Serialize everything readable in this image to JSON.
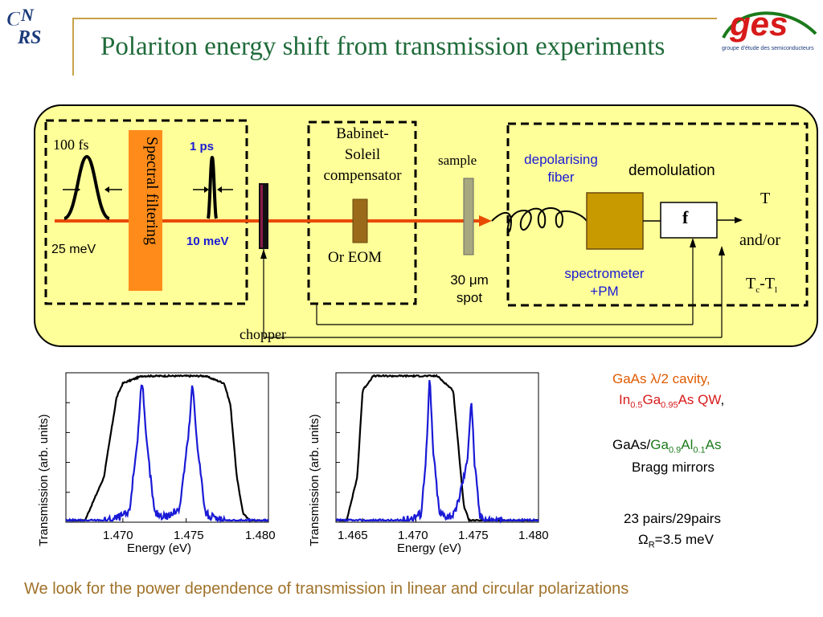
{
  "title": "Polariton energy shift from transmission experiments",
  "logos": {
    "left": "CNRS",
    "right_main": "ges",
    "right_sub": "groupe d'étude des semiconducteurs"
  },
  "setup": {
    "pulse_duration": "100 fs",
    "pulse_width": "25 meV",
    "spectral_filtering": "Spectral filtering",
    "filtered_duration": "1 ps",
    "filtered_width": "10 meV",
    "chopper": "chopper",
    "babinet": [
      "Babinet-",
      "Soleil",
      "compensator"
    ],
    "or_eom": "Or EOM",
    "sample": "sample",
    "spot": [
      "30 μm",
      "spot"
    ],
    "fiber": [
      "depolarising",
      "fiber"
    ],
    "spectrometer": [
      "spectrometer",
      "+PM"
    ],
    "demodulation": "demolulation",
    "f_label": "f",
    "t_label": "T",
    "and_or": "and/or",
    "tc": "T",
    "tc_sub1": "c",
    "tc_mid": "-T",
    "tc_sub2": "l"
  },
  "charts": [
    {
      "ylabel": "Transmission (arb. units)",
      "xlabel": "Energy (eV)",
      "ticks": [
        "1.470",
        "1.475",
        "1.480"
      ]
    },
    {
      "ylabel": "Transmission (arb. units)",
      "xlabel": "Energy (eV)",
      "ticks": [
        "1.465",
        "1.470",
        "1.475",
        "1.480"
      ]
    }
  ],
  "chart_data": [
    {
      "type": "line",
      "xlabel": "Energy (eV)",
      "ylabel": "Transmission (arb. units)",
      "xticks": [
        1.47,
        1.475,
        1.48
      ],
      "series": [
        {
          "color": "#000000",
          "x": [
            1.4655,
            1.467,
            1.4685,
            1.4695,
            1.47,
            1.4715,
            1.474,
            1.4765,
            1.478,
            1.4785,
            1.479,
            1.4795,
            1.48,
            1.4815
          ],
          "y": [
            0,
            0,
            0.3,
            0.85,
            0.95,
            1,
            1,
            1,
            0.95,
            0.8,
            0.3,
            0.05,
            0,
            0
          ]
        },
        {
          "color": "#1a1ad6",
          "x": [
            1.4655,
            1.469,
            1.4705,
            1.4712,
            1.4715,
            1.4718,
            1.4725,
            1.4735,
            1.474,
            1.4745,
            1.4752,
            1.4755,
            1.4758,
            1.4765,
            1.4775,
            1.4815
          ],
          "y": [
            0,
            0,
            0.05,
            0.6,
            1,
            0.6,
            0.05,
            0.03,
            0.05,
            0.1,
            0.6,
            0.95,
            0.6,
            0.05,
            0,
            0
          ]
        }
      ]
    },
    {
      "type": "line",
      "xlabel": "Energy (eV)",
      "ylabel": "Transmission (arb. units)",
      "xticks": [
        1.465,
        1.47,
        1.475,
        1.48
      ],
      "series": [
        {
          "color": "#000000",
          "x": [
            1.4625,
            1.4635,
            1.4645,
            1.465,
            1.466,
            1.468,
            1.47,
            1.472,
            1.4735,
            1.474,
            1.4745,
            1.475,
            1.4815
          ],
          "y": [
            0,
            0,
            0.3,
            0.9,
            1,
            1,
            1,
            1,
            0.9,
            0.5,
            0.1,
            0,
            0
          ]
        },
        {
          "color": "#1a1ad6",
          "x": [
            1.4625,
            1.469,
            1.4705,
            1.471,
            1.4713,
            1.4716,
            1.4722,
            1.473,
            1.4737,
            1.4748,
            1.4752,
            1.4755,
            1.476,
            1.477,
            1.4815
          ],
          "y": [
            0,
            0,
            0.05,
            0.5,
            1,
            0.5,
            0.05,
            0.03,
            0.05,
            0.4,
            0.85,
            0.4,
            0.03,
            0,
            0
          ]
        }
      ]
    }
  ],
  "sample_info": {
    "line1": "GaAs λ/2 cavity,",
    "line2_a": "In",
    "line2_b": "0.5",
    "line2_c": "Ga",
    "line2_d": "0.95",
    "line2_e": "As QW",
    "line2_f": ",",
    "line3_a": "GaAs/",
    "line3_b": "Ga",
    "line3_c": "0.9",
    "line3_d": "Al",
    "line3_e": "0.1",
    "line3_f": "As",
    "line4": "Bragg mirrors",
    "line5": "23 pairs/29pairs",
    "line6_a": "Ω",
    "line6_b": "R",
    "line6_c": "=3.5 meV"
  },
  "footer": "We look for the power dependence of transmission in linear and circular polarizations",
  "colors": {
    "title": "#1f6b3a",
    "setup_bg": "#ffff99",
    "beam": "#e84a00",
    "filter": "#ff8c1a",
    "spectrometer": "#c99a00",
    "blue_text": "#1a1ad6",
    "footer": "#a0722a"
  }
}
